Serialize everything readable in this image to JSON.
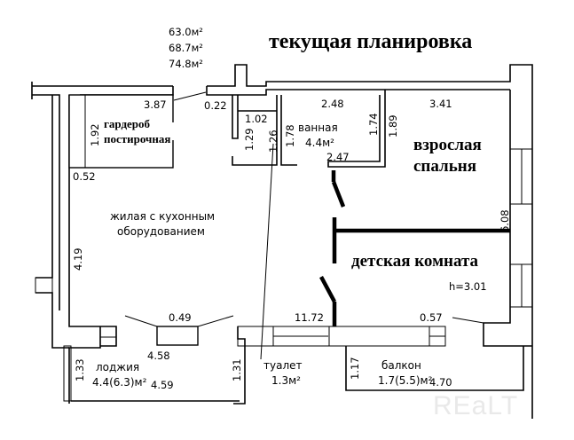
{
  "title": "текущая планировка",
  "areas": {
    "total_1": "63.0м²",
    "total_2": "68.7м²",
    "total_3": "74.8м²"
  },
  "rooms": {
    "wardrobe_line1": "гардероб",
    "wardrobe_line2": "постирочная",
    "living_line1": "жилая с кухонным",
    "living_line2": "оборудованием",
    "bathroom_name": "ванная",
    "bathroom_area": "4.4м²",
    "bedroom_line1": "взрослая",
    "bedroom_line2": "спальня",
    "kids_room": "детская комната",
    "height": "h=3.01",
    "loggia_name": "лоджия",
    "loggia_area": "4.4(6.3)м²",
    "toilet_name": "туалет",
    "toilet_area": "1.3м²",
    "balcony_name": "балкон",
    "balcony_area": "1.7(5.5)м²"
  },
  "dimensions": {
    "d_387": "3.87",
    "d_022": "0.22",
    "d_192": "1.92",
    "d_052": "0.52",
    "d_102": "1.02",
    "d_129": "1.29",
    "d_126": "1.26",
    "d_178": "1.78",
    "d_248": "2.48",
    "d_174": "1.74",
    "d_247": "2.47",
    "d_189": "1.89",
    "d_341": "3.41",
    "d_608": "6.08",
    "d_419": "4.19",
    "d_049": "0.49",
    "d_1172": "11.72",
    "d_057": "0.57",
    "d_458": "4.58",
    "d_133": "1.33",
    "d_459": "4.59",
    "d_131": "1.31",
    "d_117": "1.17",
    "d_470": "4.70"
  },
  "watermark": "REaLT"
}
